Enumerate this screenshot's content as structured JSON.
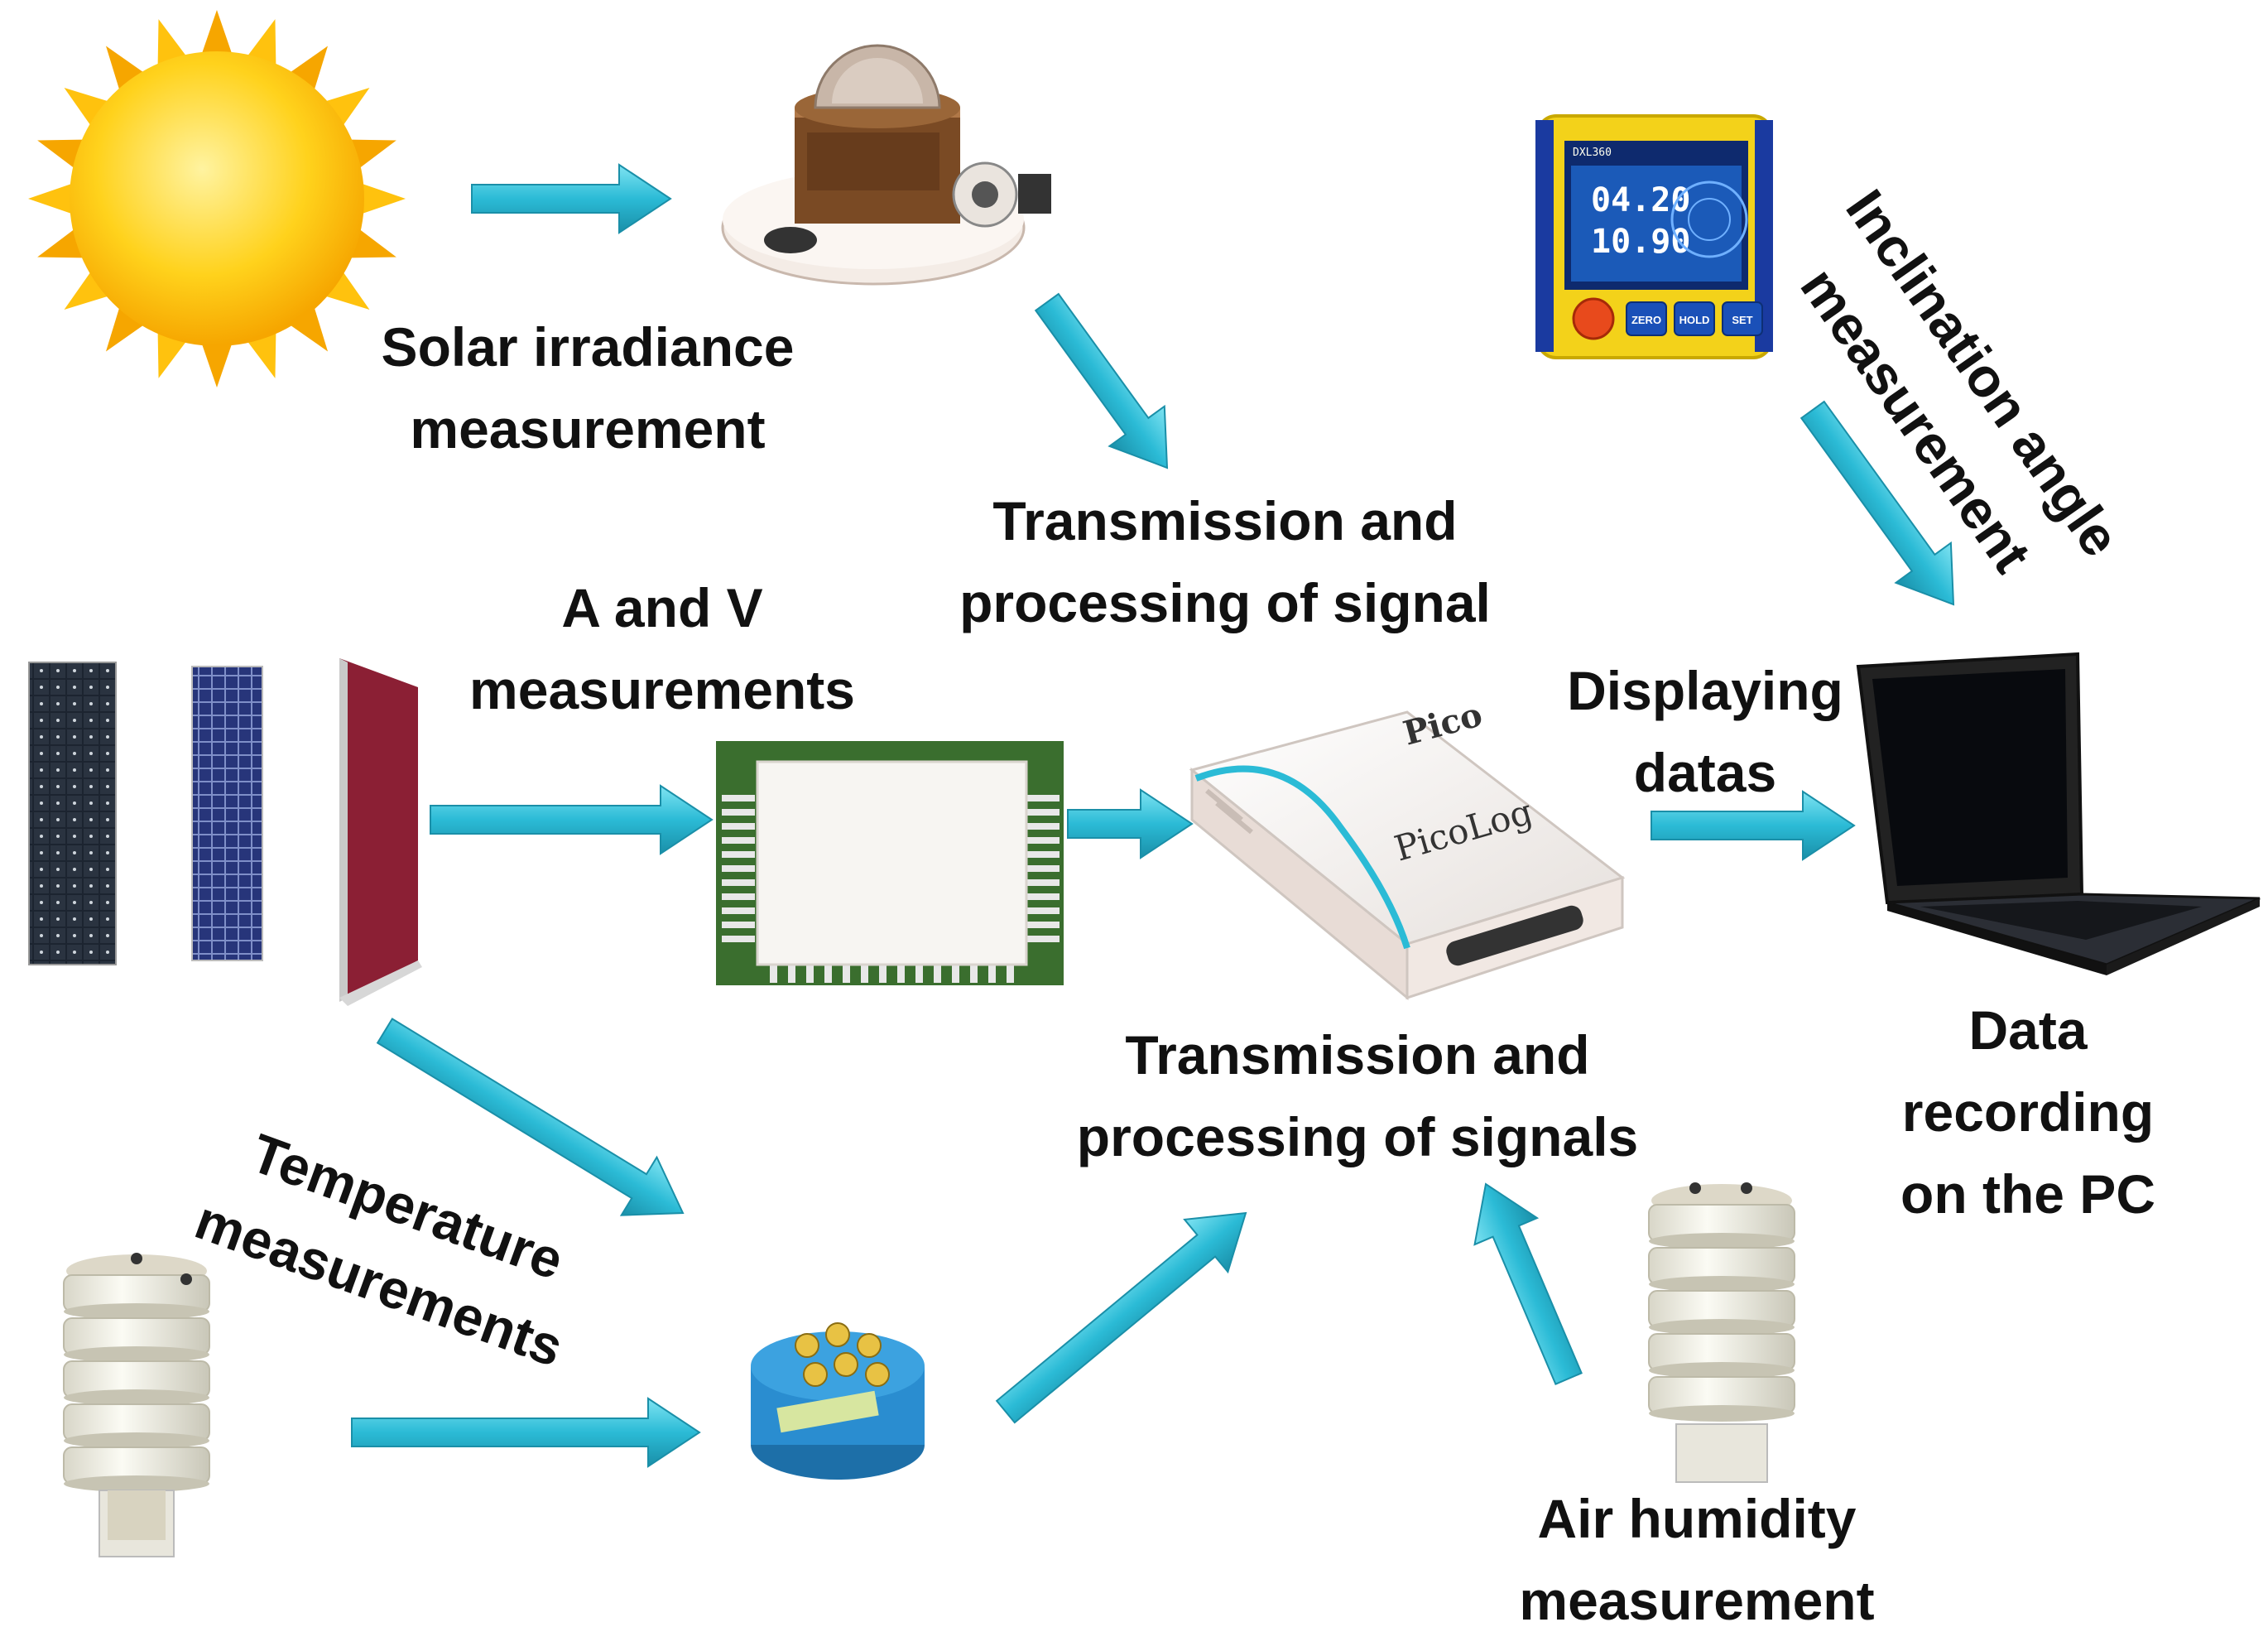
{
  "labels": {
    "solar": [
      "Solar irradiance",
      "measurement"
    ],
    "transmission_top": [
      "Transmission and",
      "processing of signal"
    ],
    "av": [
      "A and V",
      "measurements"
    ],
    "displaying": [
      "Displaying",
      "datas"
    ],
    "inclination": [
      "Inclination angle",
      "measurement"
    ],
    "temperature": [
      "Temperature",
      "measurements"
    ],
    "transmission_bottom": [
      "Transmission and",
      "processing of signals"
    ],
    "data_recording": [
      "Data",
      "recording",
      "on the PC"
    ],
    "air_humidity": [
      "Air humidity",
      "measurement"
    ]
  },
  "devices": {
    "picolog": {
      "brand": "Pico",
      "name": "PicoLog"
    },
    "inclinometer": {
      "model": "DXL360",
      "readout_1": "04.20",
      "readout_2": "10.90",
      "buttons": [
        "ZERO",
        "HOLD",
        "SET"
      ]
    }
  },
  "colors": {
    "arrow": "#2bbbd6",
    "arrow_edge": "#1a8fa8",
    "sun": "#ffc20e",
    "panel_dark": "#1c2430",
    "panel_blue": "#27357a",
    "panel_red": "#8b1f34"
  }
}
